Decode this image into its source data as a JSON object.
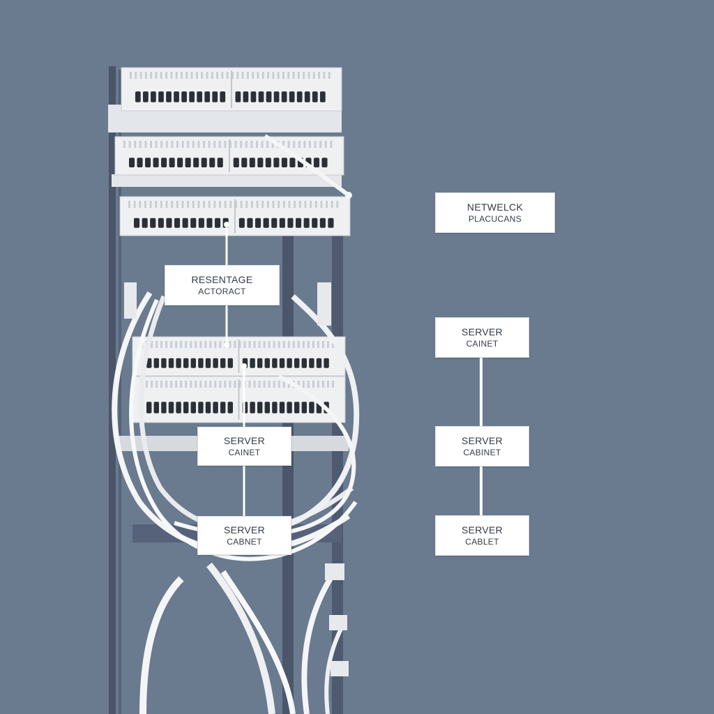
{
  "colors": {
    "background": "#6a7a8f",
    "rack_frame": "#4a5568",
    "panel": "#eef0f2",
    "port": "#2b2f36",
    "cable": "#f4f5f6",
    "label_bg": "#ffffff",
    "label_text": "#333a44",
    "connector_line": "#ffffff"
  },
  "rack": {
    "patch_panels": [
      {
        "name": "patch-panel-1",
        "ports": 24
      },
      {
        "name": "patch-panel-2",
        "ports": 24
      },
      {
        "name": "patch-panel-3",
        "ports": 24
      },
      {
        "name": "patch-panel-4",
        "ports": 24
      },
      {
        "name": "patch-panel-5",
        "ports": 24
      }
    ]
  },
  "labels": {
    "resentage": {
      "line1": "RESENTAGE",
      "line2": "ACTORACT"
    },
    "server_a": {
      "line1": "SERVER",
      "line2": "CAINET"
    },
    "server_b": {
      "line1": "SERVER",
      "line2": "CABNET"
    },
    "netwelck": {
      "line1": "NETWELCK",
      "line2": "PLACUCANS"
    },
    "server_c": {
      "line1": "SERVER",
      "line2": "CAINET"
    },
    "server_d": {
      "line1": "SERVER",
      "line2": "CABINET"
    },
    "server_e": {
      "line1": "SERVER",
      "line2": "CABLET"
    }
  }
}
